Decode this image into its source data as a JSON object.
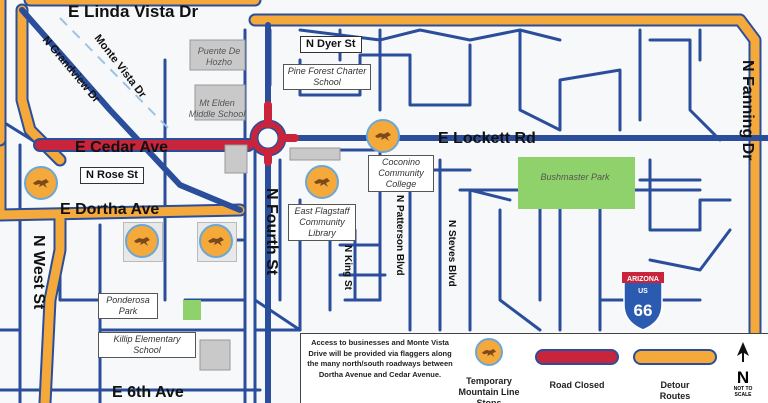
{
  "roads": {
    "linda_vista": "E Linda Vista Dr",
    "dyer": "N Dyer St",
    "grandview": "N Grandview Dr",
    "monte_vista": "Monte Vista Dr",
    "fanning": "N Fanning Dr",
    "lockett": "E Lockett Rd",
    "cedar": "E Cedar Ave",
    "rose": "N Rose St",
    "dortha": "E Dortha Ave",
    "west": "N West St",
    "fourth": "N Fourth St",
    "king": "N King St",
    "patterson": "N Patterson Blvd",
    "steves": "N Steves Blvd",
    "sixth": "E 6th Ave"
  },
  "places": {
    "puente": "Puente De Hozho",
    "mt_elden": "Mt Elden Middle School",
    "pine_forest": "Pine Forest Charter School",
    "coconino": "Coconino Community College",
    "library": "East Flagstaff Community Library",
    "bushmaster": "Bushmaster Park",
    "ponderosa": "Ponderosa Park",
    "killip": "Killip Elementary School"
  },
  "shield": {
    "state": "ARIZONA",
    "us": "US",
    "number": "66"
  },
  "legend": {
    "note": "Access to businesses and Monte Vista Drive will be provided via flaggers along the many north/south roadways between Dortha Avenue and Cedar Avenue.",
    "stop": "Temporary Mountain Line Stops",
    "closed": "Road Closed",
    "detour": "Detour Routes",
    "north": "N",
    "scale": "NOT TO SCALE"
  },
  "colors": {
    "detour": "#f4a93a",
    "closed": "#c8243c",
    "road": "#2b4e9c",
    "park": "#8fd16a"
  },
  "icons": {
    "stop": "bus-stop-icon",
    "north": "north-arrow-icon",
    "route": "us-66-shield-icon"
  }
}
